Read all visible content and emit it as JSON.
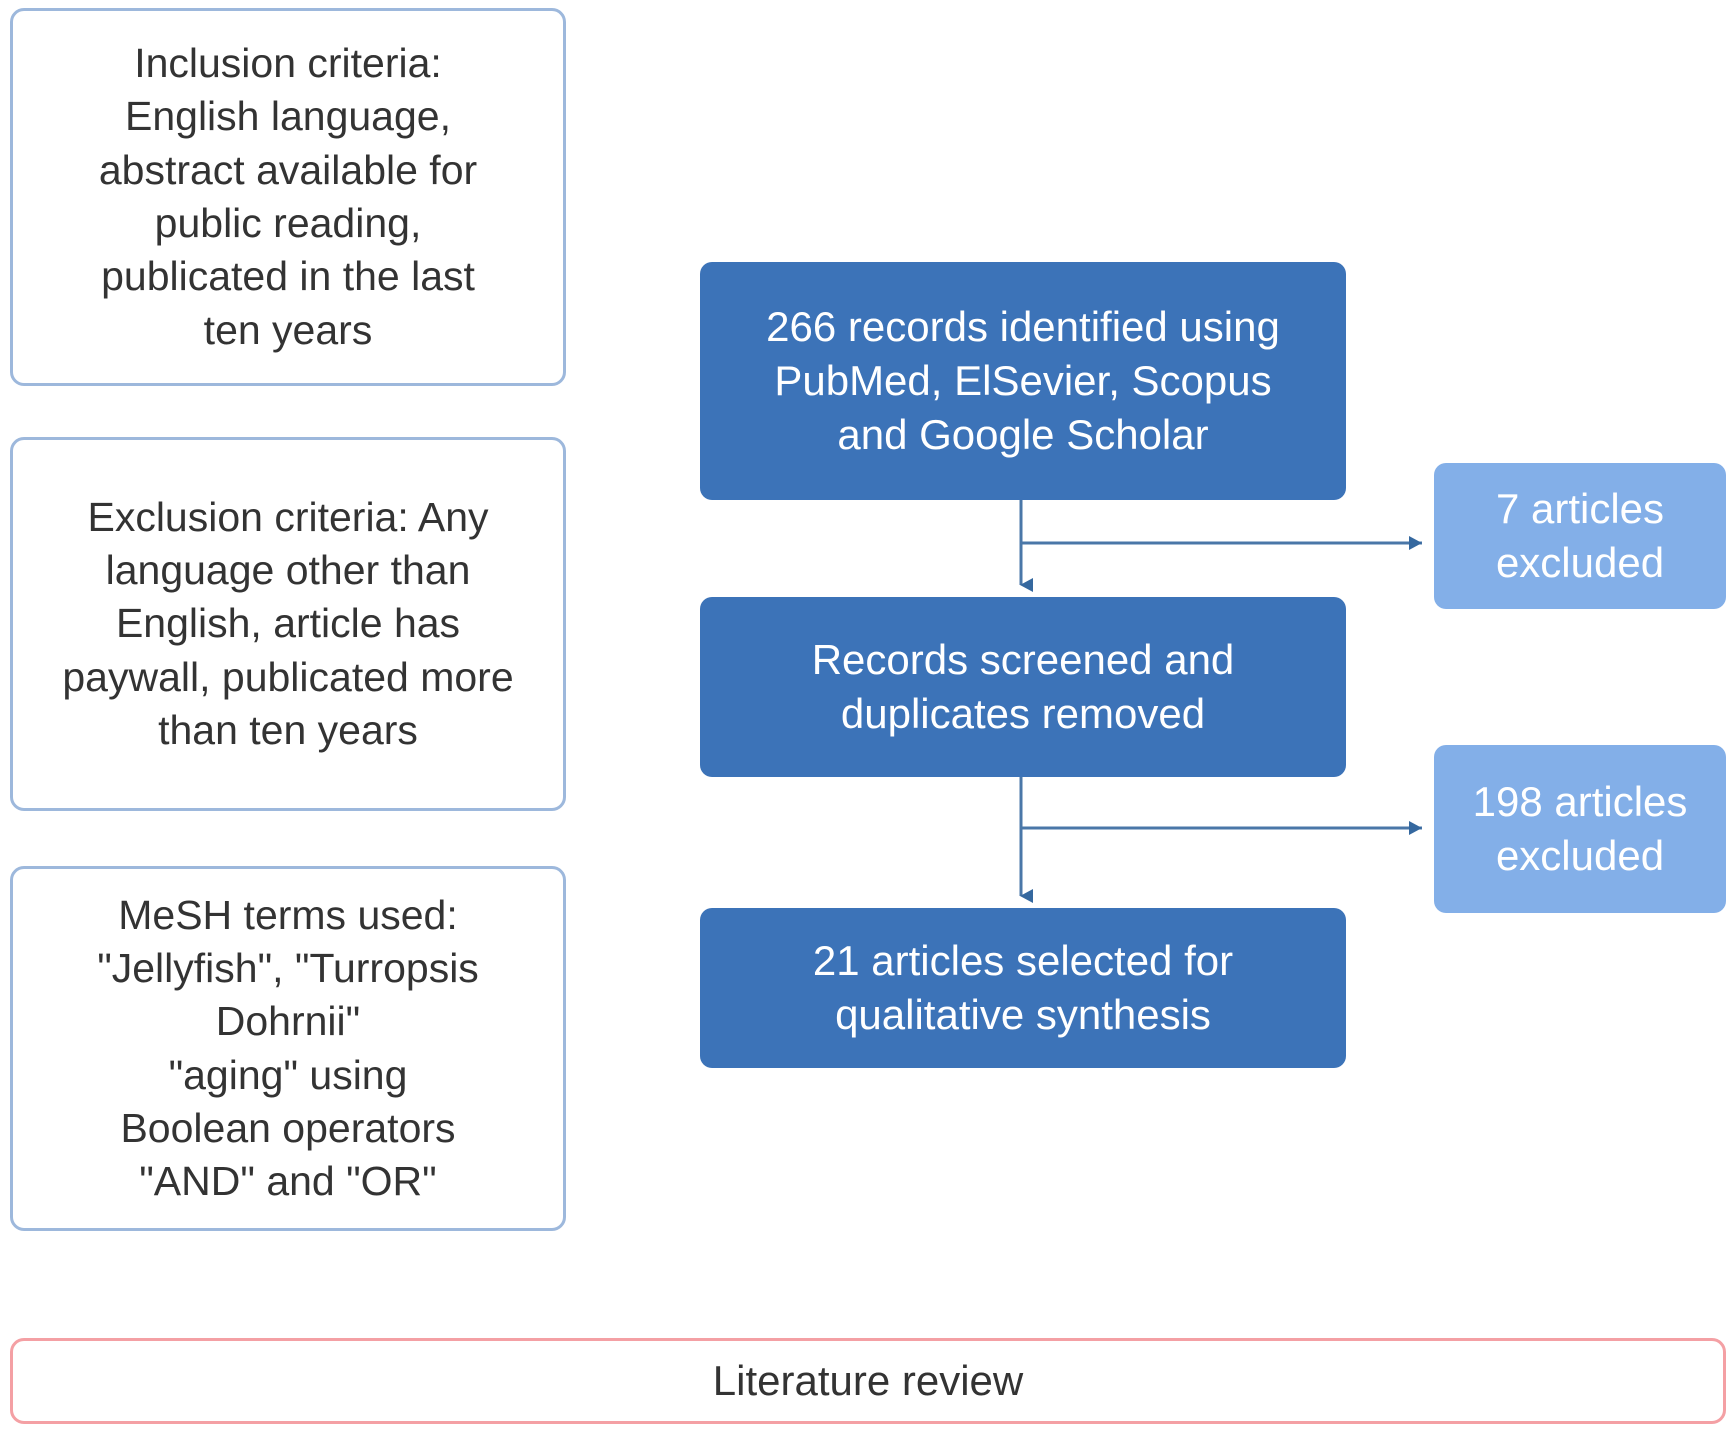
{
  "diagram": {
    "title": "PRISMA literature search flow diagram",
    "colors": {
      "flow_box_fill": "#3C73B8",
      "excluded_box_fill": "#83AFE8",
      "criteria_border": "#9DB8DC",
      "banner_border": "#F4A0A4",
      "connector_stroke": "#4A77A8",
      "text_dark": "#333333",
      "text_light": "#FFFFFF",
      "background": "#FFFFFF"
    }
  },
  "criteria": {
    "inclusion": "Inclusion criteria:\nEnglish language,\nabstract available for\npublic reading,\npublicated in the last\nten years",
    "exclusion": "Exclusion criteria: Any\nlanguage other than\nEnglish, article has\npaywall, publicated more\nthan ten years",
    "mesh": "MeSH terms used:\n\"Jellyfish\", \"Turropsis\nDohrnii\"\n\"aging\" using\nBoolean operators\n\"AND\" and \"OR\""
  },
  "flow": {
    "identified": "266 records identified using\nPubMed, ElSevier, Scopus\nand Google Scholar",
    "screened": "Records screened and\nduplicates removed",
    "selected": "21 articles selected for\nqualitative synthesis"
  },
  "excluded": {
    "first": "7 articles\nexcluded",
    "second": "198 articles\nexcluded"
  },
  "banner": {
    "literature_review": "Literature review"
  },
  "chart_data": {
    "type": "diagram",
    "subtype": "prisma-flowchart",
    "nodes": [
      {
        "id": "inclusion",
        "label": "Inclusion criteria: English language, abstract available for public reading, publicated in the last ten years",
        "style": "outlined-white",
        "column": "left"
      },
      {
        "id": "exclusion",
        "label": "Exclusion criteria: Any language other than English, article has paywall, publicated more than ten years",
        "style": "outlined-white",
        "column": "left"
      },
      {
        "id": "mesh",
        "label": "MeSH terms used: \"Jellyfish\", \"Turropsis Dohrnii\" \"aging\" using Boolean operators \"AND\" and \"OR\"",
        "style": "outlined-white",
        "column": "left"
      },
      {
        "id": "identified",
        "label": "266 records identified using PubMed, ElSevier, Scopus and Google Scholar",
        "style": "filled-dark-blue",
        "column": "center",
        "count": 266
      },
      {
        "id": "screened",
        "label": "Records screened and duplicates removed",
        "style": "filled-dark-blue",
        "column": "center"
      },
      {
        "id": "selected",
        "label": "21 articles selected for qualitative synthesis",
        "style": "filled-dark-blue",
        "column": "center",
        "count": 21
      },
      {
        "id": "excluded1",
        "label": "7 articles excluded",
        "style": "filled-light-blue",
        "column": "right",
        "count": 7
      },
      {
        "id": "excluded2",
        "label": "198 articles excluded",
        "style": "filled-light-blue",
        "column": "right",
        "count": 198
      },
      {
        "id": "review",
        "label": "Literature review",
        "style": "outlined-red",
        "column": "full-width"
      }
    ],
    "edges": [
      {
        "from": "identified",
        "to": "screened",
        "direction": "down"
      },
      {
        "from": "identified",
        "to": "excluded1",
        "direction": "right"
      },
      {
        "from": "screened",
        "to": "selected",
        "direction": "down"
      },
      {
        "from": "screened",
        "to": "excluded2",
        "direction": "right"
      }
    ]
  }
}
